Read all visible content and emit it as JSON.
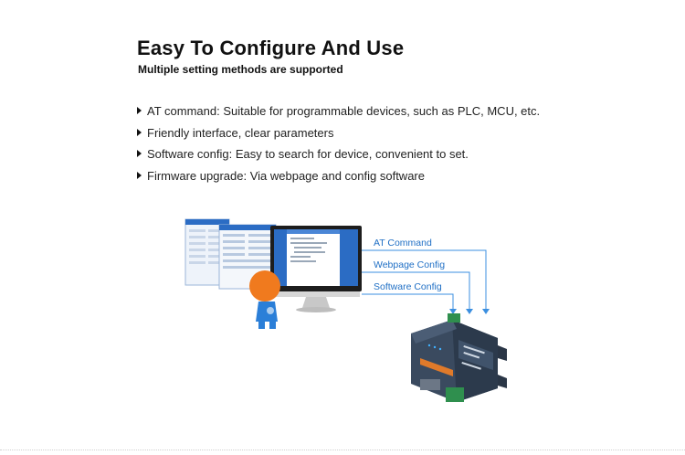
{
  "header": {
    "title": "Easy To Configure And Use",
    "subtitle": "Multiple setting methods are supported"
  },
  "features": [
    "AT command: Suitable for programmable devices, such as PLC, MCU, etc.",
    "Friendly interface, clear parameters",
    "Software config: Easy to search for device, convenient to set.",
    "Firmware upgrade: Via webpage and config software"
  ],
  "config_methods": [
    "AT Command",
    "Webpage Config",
    "Software Config"
  ],
  "colors": {
    "accent_line": "#3b8fe0",
    "accent_text": "#1f6fc5",
    "device_body": "#3a4a5f",
    "mascot_head": "#f07a1e",
    "mascot_body": "#2b7fd8"
  },
  "icons": [
    "bullet-triangle-icon",
    "monitor-icon",
    "mascot-icon",
    "serial-device-icon",
    "arrow-down-icon"
  ]
}
